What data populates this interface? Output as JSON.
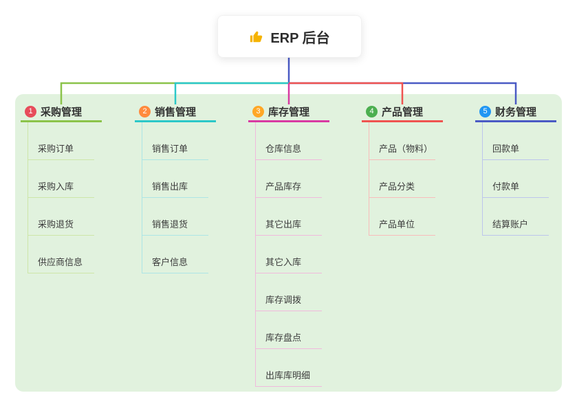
{
  "root": {
    "label": "ERP 后台",
    "icon": "thumbs-up-icon",
    "icon_color": "#f5b301"
  },
  "colors": {
    "panel_background": "#e1f2de",
    "root_stem": "#4a5ac4"
  },
  "branches": [
    {
      "num": "1",
      "title": "采购管理",
      "line_color": "#8bc34a",
      "child_line_color": "#cde6a8",
      "badge_color": "#e74c5b",
      "children": [
        "采购订单",
        "采购入库",
        "采购退货",
        "供应商信息"
      ]
    },
    {
      "num": "2",
      "title": "销售管理",
      "line_color": "#2bc8c8",
      "child_line_color": "#ace5e5",
      "badge_color": "#ff8a3d",
      "children": [
        "销售订单",
        "销售出库",
        "销售退货",
        "客户信息"
      ]
    },
    {
      "num": "3",
      "title": "库存管理",
      "line_color": "#d83aa2",
      "child_line_color": "#f0b9dc",
      "badge_color": "#ffa726",
      "children": [
        "仓库信息",
        "产品库存",
        "其它出库",
        "其它入库",
        "库存调拨",
        "库存盘点",
        "出库库明细"
      ]
    },
    {
      "num": "4",
      "title": "产品管理",
      "line_color": "#ef5350",
      "child_line_color": "#f8bcbb",
      "badge_color": "#4caf50",
      "children": [
        "产品（物料）",
        "产品分类",
        "产品单位"
      ]
    },
    {
      "num": "5",
      "title": "财务管理",
      "line_color": "#4a5ac4",
      "child_line_color": "#bcc5ec",
      "badge_color": "#2196f3",
      "children": [
        "回款单",
        "付款单",
        "结算账户"
      ]
    }
  ]
}
